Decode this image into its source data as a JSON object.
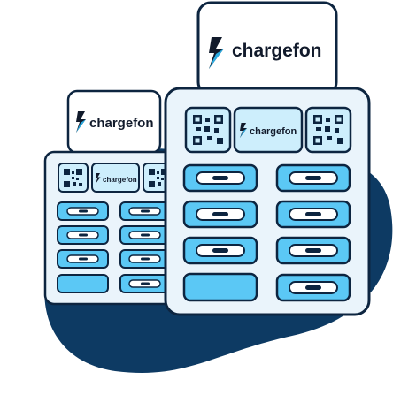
{
  "brand": {
    "name": "chargefon",
    "icon": "lightning-bolt-icon",
    "accent_color": "#29abe2",
    "dark_color": "#0d3a63"
  },
  "palette": {
    "outline": "#0d2540",
    "panel_fill": "#eaf4fb",
    "card_fill": "#ffffff",
    "slot_fill": "#5bc8f5",
    "slot_inner": "#ffffff",
    "qr_fill": "#cdeefc",
    "blob": "#0d3a63"
  },
  "stations": [
    {
      "id": "small",
      "logo_text": "chargefon",
      "screen_text": "chargefon"
    },
    {
      "id": "large",
      "logo_text": "chargefon",
      "screen_text": "chargefon"
    }
  ]
}
